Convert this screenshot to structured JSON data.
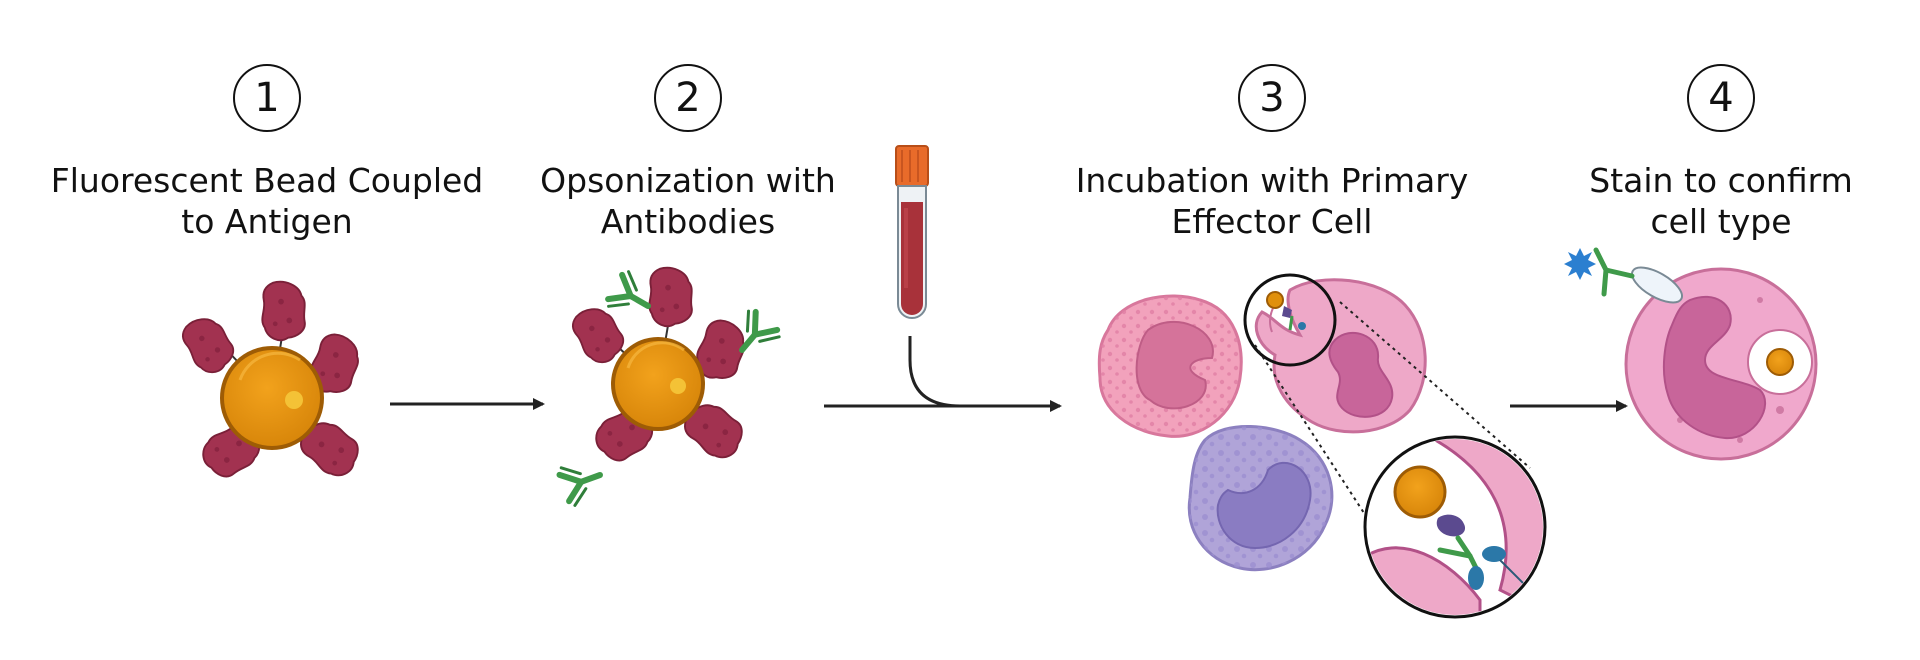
{
  "steps": [
    {
      "number": "1",
      "title": "Fluorescent Bead Coupled\nto Antigen"
    },
    {
      "number": "2",
      "title": "Opsonization with\nAntibodies"
    },
    {
      "number": "3",
      "title": "Incubation with Primary\nEffector Cell"
    },
    {
      "number": "4",
      "title": "Stain to confirm\ncell type"
    }
  ],
  "colors": {
    "bead": "#e0900c",
    "bead_rim": "#9e5c05",
    "antigen": "#a23250",
    "antibody": "#3f9a4a",
    "blood": "#a8323a",
    "tube_cap": "#e86b2a",
    "neutrophil": "#eea8c8",
    "neutrophil_nucleus": "#c8659a",
    "monocyte": "#b0a4d8",
    "monocyte_nucleus": "#8a7cc2",
    "eosinophil": "#f2a2bc",
    "receptor": "#2b78a8"
  }
}
